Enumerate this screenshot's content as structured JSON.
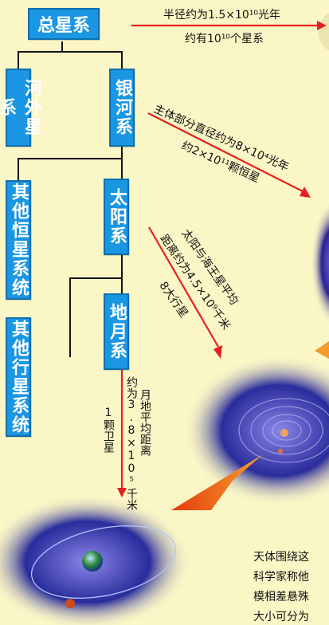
{
  "boxes": {
    "total": "总星系",
    "extragalactic": "河外星系",
    "milky_way": "银河系",
    "other_stars": "其他恒星系统",
    "solar": "太阳系",
    "other_planets": "其他行星系统",
    "earth_moon": "地月系"
  },
  "annotations": {
    "total_radius": "半径约为1.5×10¹⁰光年",
    "total_count": "约有10¹⁰个星系",
    "mw_diameter": "主体部分直径约为8×10⁴光年",
    "mw_count": "约2×10¹¹颗恒星",
    "solar_dist": "太阳与海王星平均",
    "solar_dist2": "距离约为4.5×10⁹千米",
    "solar_planets": "8大行星",
    "em_dist1": "约为3.8×10⁵千米",
    "em_dist2": "月地平均距离",
    "em_sat": "1颗卫星"
  },
  "body_text": [
    "天体围绕这",
    "科学家称他",
    "模相差悬殊",
    "大小可分为"
  ],
  "colors": {
    "box": "#1a96e2",
    "arrow": "#e52020",
    "bg": "#fbf6c6"
  }
}
